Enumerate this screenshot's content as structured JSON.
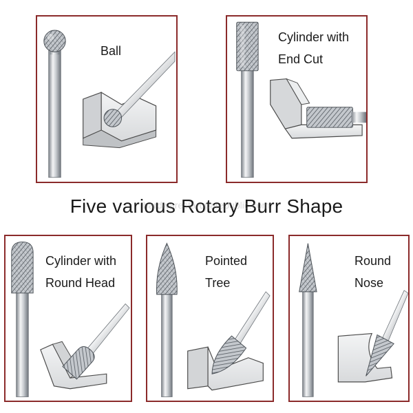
{
  "headline": "Five various Rotary Burr Shape",
  "watermark": "hardwarestaruparepublic.com",
  "panels": [
    {
      "label": "Ball"
    },
    {
      "label": "Cylinder with\nEnd Cut"
    },
    {
      "label": "Cylinder with\nRound Head"
    },
    {
      "label": "Pointed\nTree"
    },
    {
      "label": "Round\nNose"
    }
  ],
  "colors": {
    "border": "#8b2a2a",
    "metal": "#b8bcc2",
    "workpiece": "#e6e7e8"
  }
}
